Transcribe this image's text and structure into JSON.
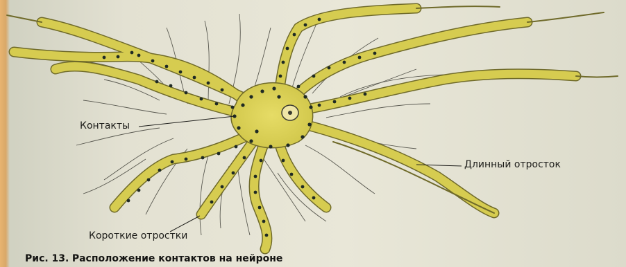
{
  "figure": {
    "label_contacts": "Контакты",
    "label_long_process": "Длинный отросток",
    "label_short_processes": "Короткие отростки",
    "caption_number": "Рис. 13.",
    "caption_title": "Расположение контактов на нейроне"
  },
  "colors": {
    "neuron_fill": "#d9cf52",
    "neuron_outline": "#6f6a2a",
    "contact_dots": "#1f2a24",
    "nucleus": "#efe6a6"
  }
}
